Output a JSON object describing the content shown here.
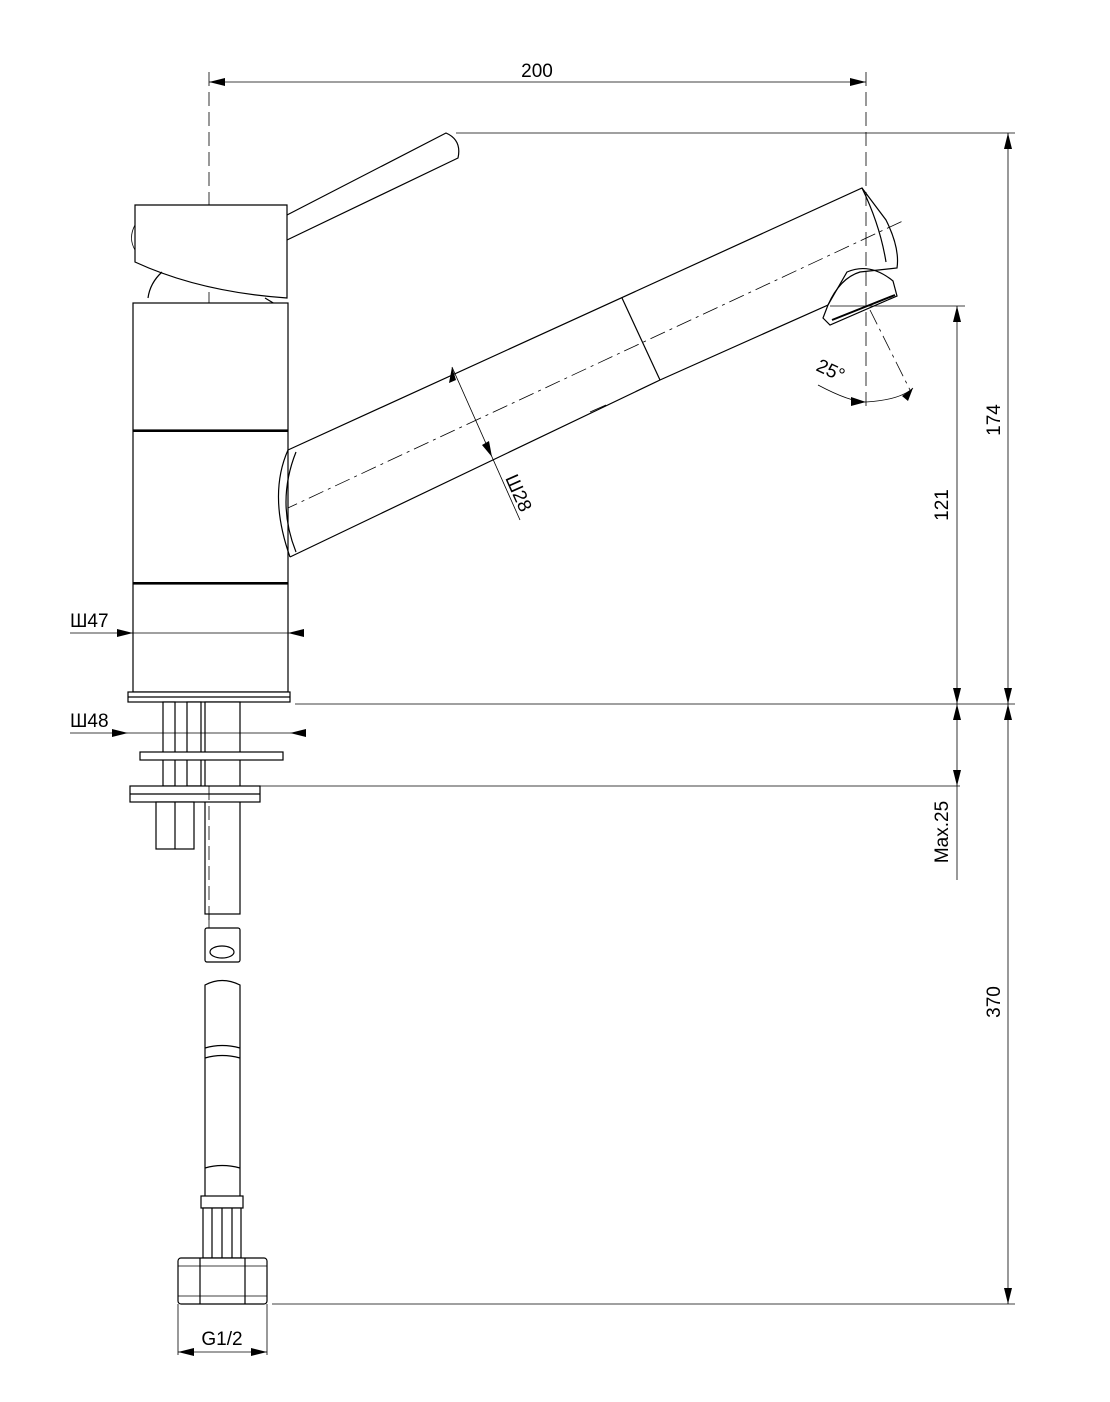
{
  "dimensions": {
    "overall_reach": "200",
    "total_height": "174",
    "spout_height": "121",
    "hose_length": "370",
    "spout_diameter": "Ш28",
    "body_diameter": "Ш47",
    "base_diameter": "Ш48",
    "max_deck_thickness": "Max.25",
    "swivel_angle": "25°",
    "connection_thread": "G1/2"
  }
}
